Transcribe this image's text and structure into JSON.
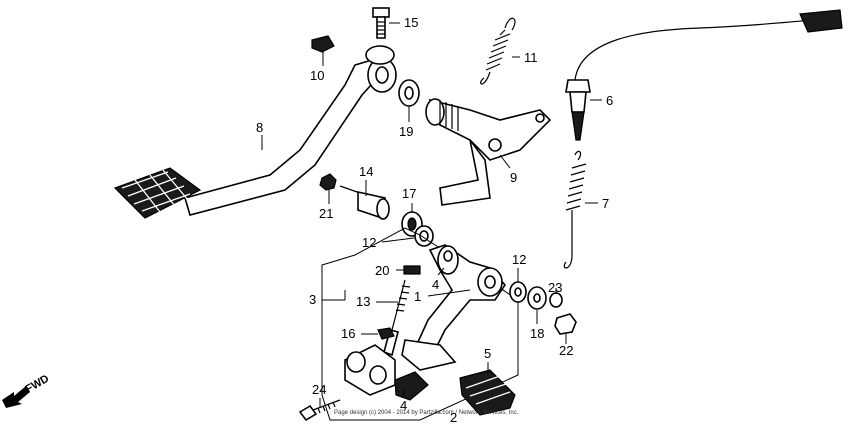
{
  "diagram": {
    "callouts": {
      "c1": "1",
      "c2": "2",
      "c3": "3",
      "c4a": "4",
      "c4b": "4",
      "c5": "5",
      "c6": "6",
      "c7": "7",
      "c8": "8",
      "c9": "9",
      "c10": "10",
      "c11": "11",
      "c12a": "12",
      "c12b": "12",
      "c13": "13",
      "c14": "14",
      "c15": "15",
      "c16": "16",
      "c17": "17",
      "c18": "18",
      "c19": "19",
      "c20": "20",
      "c21": "21",
      "c22": "22",
      "c23": "23",
      "c24": "24"
    },
    "fwd_label": "FWD",
    "copyright": "Page design (c) 2004 - 2014 by Partzilla.com / Network Services, Inc."
  }
}
